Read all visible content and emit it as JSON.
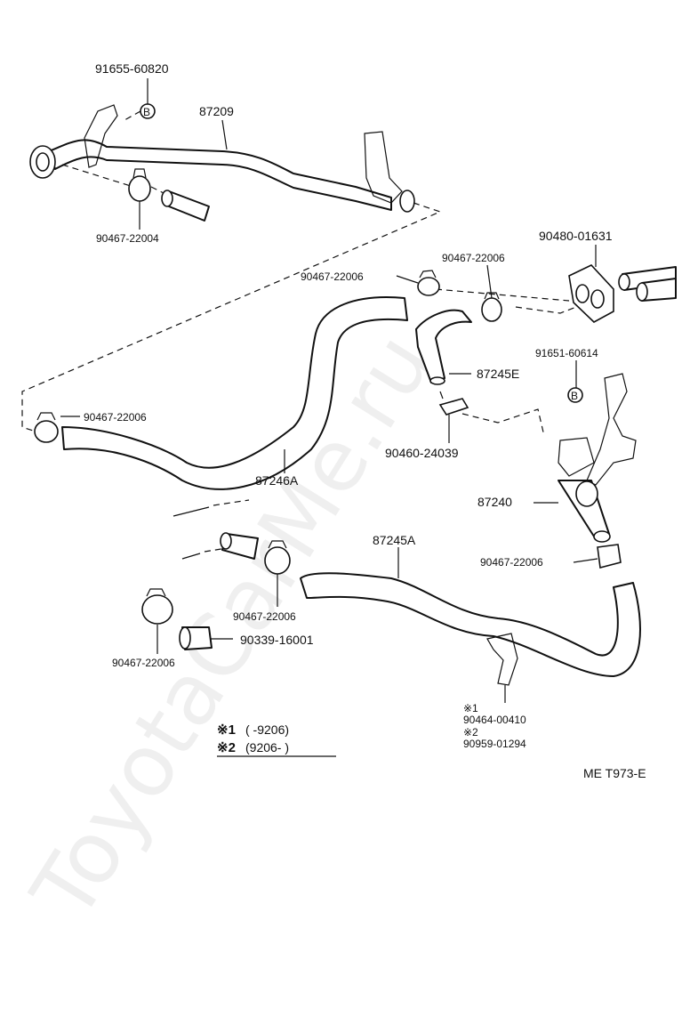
{
  "parts": {
    "p91655": "91655-60820",
    "p87209": "87209",
    "p90467_22004": "90467-22004",
    "p90467_22006_a": "90467-22006",
    "p90467_22006_b": "90467-22006",
    "p90480": "90480-01631",
    "p87245e": "87245E",
    "p91651": "91651-60614",
    "p90467_22006_c": "90467-22006",
    "p87246a": "87246A",
    "p90460": "90460-24039",
    "p87240": "87240",
    "p87245a": "87245A",
    "p90467_22006_d": "90467-22006",
    "p90467_22006_e": "90467-22006",
    "p90339": "90339-16001",
    "p90467_22006_f": "90467-22006",
    "clip_note1": "※1",
    "clip_part1": "90464-00410",
    "clip_note2": "※2",
    "clip_part2": "90959-01294"
  },
  "bolt_marks": {
    "b1": "B",
    "b2": "B"
  },
  "notes": {
    "n1_mark": "※1",
    "n1_range": "(        -9206)",
    "n2_mark": "※2",
    "n2_range": "(9206-        )"
  },
  "code": "ME T973-E",
  "watermark": "ToyotaCarMe.ru"
}
